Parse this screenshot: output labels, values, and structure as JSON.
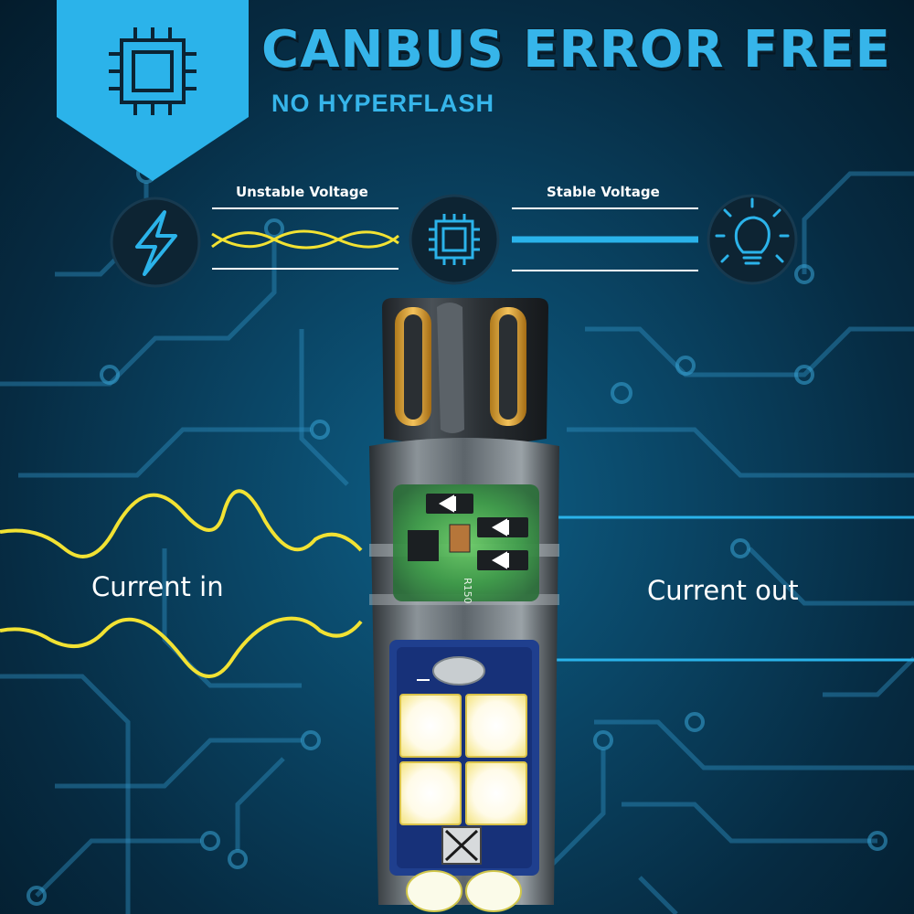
{
  "header": {
    "title": "CANBUS ERROR FREE",
    "subtitle": "NO HYPERFLASH"
  },
  "voltage": {
    "unstable_label": "Unstable Voltage",
    "stable_label": "Stable Voltage"
  },
  "current": {
    "in_label": "Current in",
    "out_label": "Current out"
  },
  "pcb_marking": "R150",
  "colors": {
    "accent_blue": "#36b5ea",
    "wave_yellow": "#f2e233",
    "stable_line": "#2ab3ea"
  },
  "icons": [
    "chip-icon",
    "lightning-icon",
    "lightbulb-icon"
  ]
}
